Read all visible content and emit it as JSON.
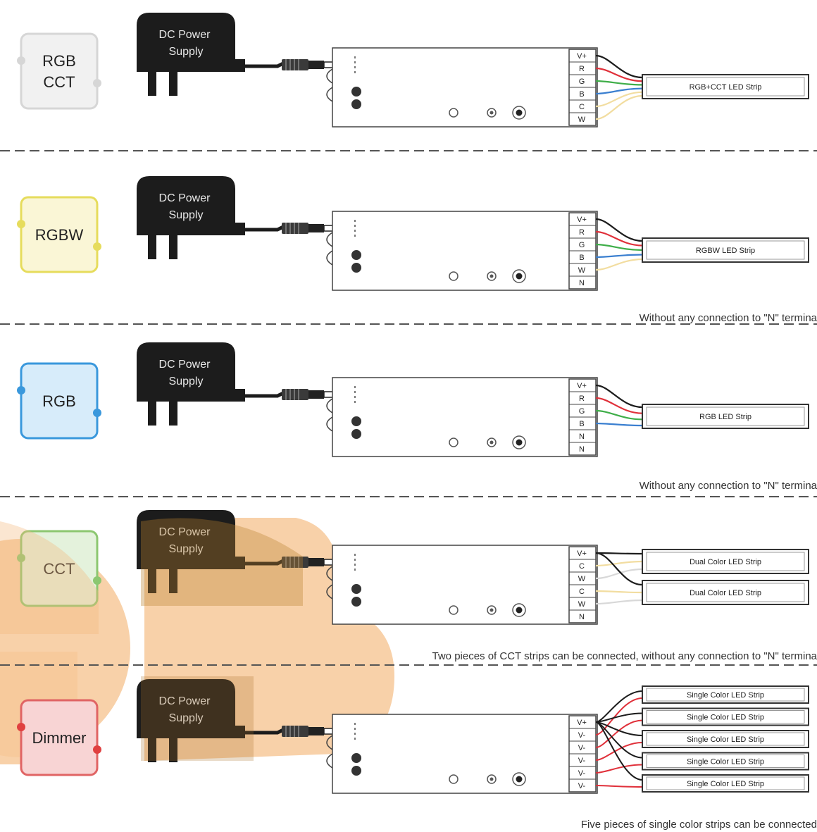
{
  "psu_label": [
    "DC Power",
    "Supply"
  ],
  "colors": {
    "black": "#1c1c1c",
    "red": "#e0303a",
    "green": "#3fae49",
    "blue": "#3a7fd0",
    "cream": "#f2dda0",
    "grey": "#9a9a9a",
    "watermark": "#f7c99a"
  },
  "sections": [
    {
      "mode": [
        "RGB",
        "CCT"
      ],
      "badge": {
        "fill": "#f1f1f1",
        "border": "#d6d6d6",
        "dot": "#d6d6d6"
      },
      "terminals": [
        "V+",
        "R",
        "G",
        "B",
        "C",
        "W"
      ],
      "strips": [
        "RGB+CCT LED Strip"
      ],
      "note": ""
    },
    {
      "mode": [
        "RGBW"
      ],
      "badge": {
        "fill": "#faf6d6",
        "border": "#e6dc5c",
        "dot": "#e6dc5c"
      },
      "terminals": [
        "V+",
        "R",
        "G",
        "B",
        "W",
        "N"
      ],
      "strips": [
        "RGBW LED Strip"
      ],
      "note": "Without any connection to \"N\" termina"
    },
    {
      "mode": [
        "RGB"
      ],
      "badge": {
        "fill": "#d7ecfa",
        "border": "#3a98dc",
        "dot": "#3a98dc"
      },
      "terminals": [
        "V+",
        "R",
        "G",
        "B",
        "N",
        "N"
      ],
      "strips": [
        "RGB LED Strip"
      ],
      "note": "Without any connection to \"N\" termina"
    },
    {
      "mode": [
        "CCT"
      ],
      "badge": {
        "fill": "#e4f2dc",
        "border": "#8cc770",
        "dot": "#8cc770"
      },
      "terminals": [
        "V+",
        "C",
        "W",
        "C",
        "W",
        "N"
      ],
      "strips": [
        "Dual Color LED Strip",
        "Dual Color LED Strip"
      ],
      "note": "Two pieces of CCT strips can be connected, without any connection to \"N\" termina"
    },
    {
      "mode": [
        "Dimmer"
      ],
      "badge": {
        "fill": "#f8d4d4",
        "border": "#e06464",
        "dot": "#e04040"
      },
      "terminals": [
        "V+",
        "V-",
        "V-",
        "V-",
        "V-",
        "V-"
      ],
      "strips": [
        "Single Color LED Strip",
        "Single Color LED Strip",
        "Single Color LED Strip",
        "Single Color LED Strip",
        "Single Color LED Strip"
      ],
      "note": "Five pieces of single color strips can be connected"
    }
  ]
}
